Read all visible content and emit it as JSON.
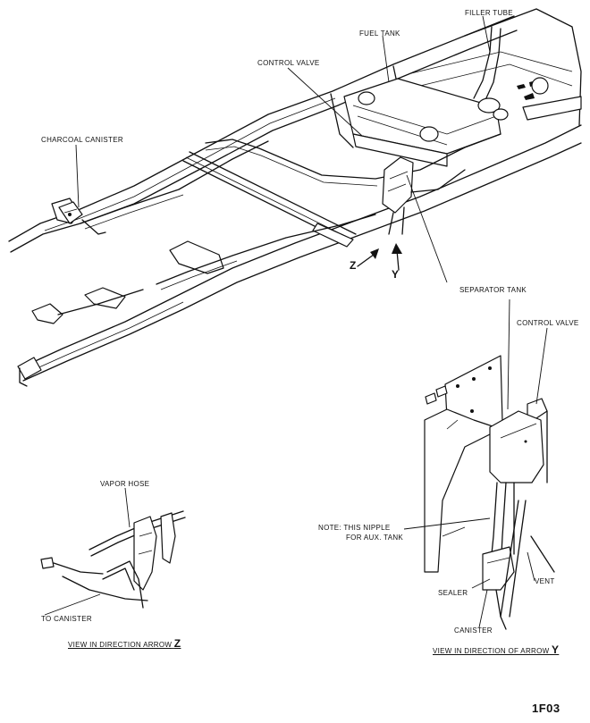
{
  "labels": {
    "filler_tube": "FILLER TUBE",
    "fuel_tank": "FUEL TANK",
    "control_valve_top": "CONTROL VALVE",
    "charcoal_canister": "CHARCOAL CANISTER",
    "arrow_z": "Z",
    "arrow_y": "Y",
    "separator_tank": "SEPARATOR TANK",
    "control_valve_detail": "CONTROL VALVE",
    "vapor_hose": "VAPOR HOSE",
    "note_line1": "NOTE:  THIS NIPPLE",
    "note_line2": "FOR AUX. TANK",
    "vent": "VENT",
    "sealer": "SEALER",
    "canister": "CANISTER",
    "to_canister": "TO CANISTER"
  },
  "captions": {
    "view_z_text": "VIEW IN DIRECTION ARROW",
    "view_z_letter": "Z",
    "view_y_text": "VIEW IN DIRECTION OF ARROW",
    "view_y_letter": "Y"
  },
  "figure_id": "1F03"
}
